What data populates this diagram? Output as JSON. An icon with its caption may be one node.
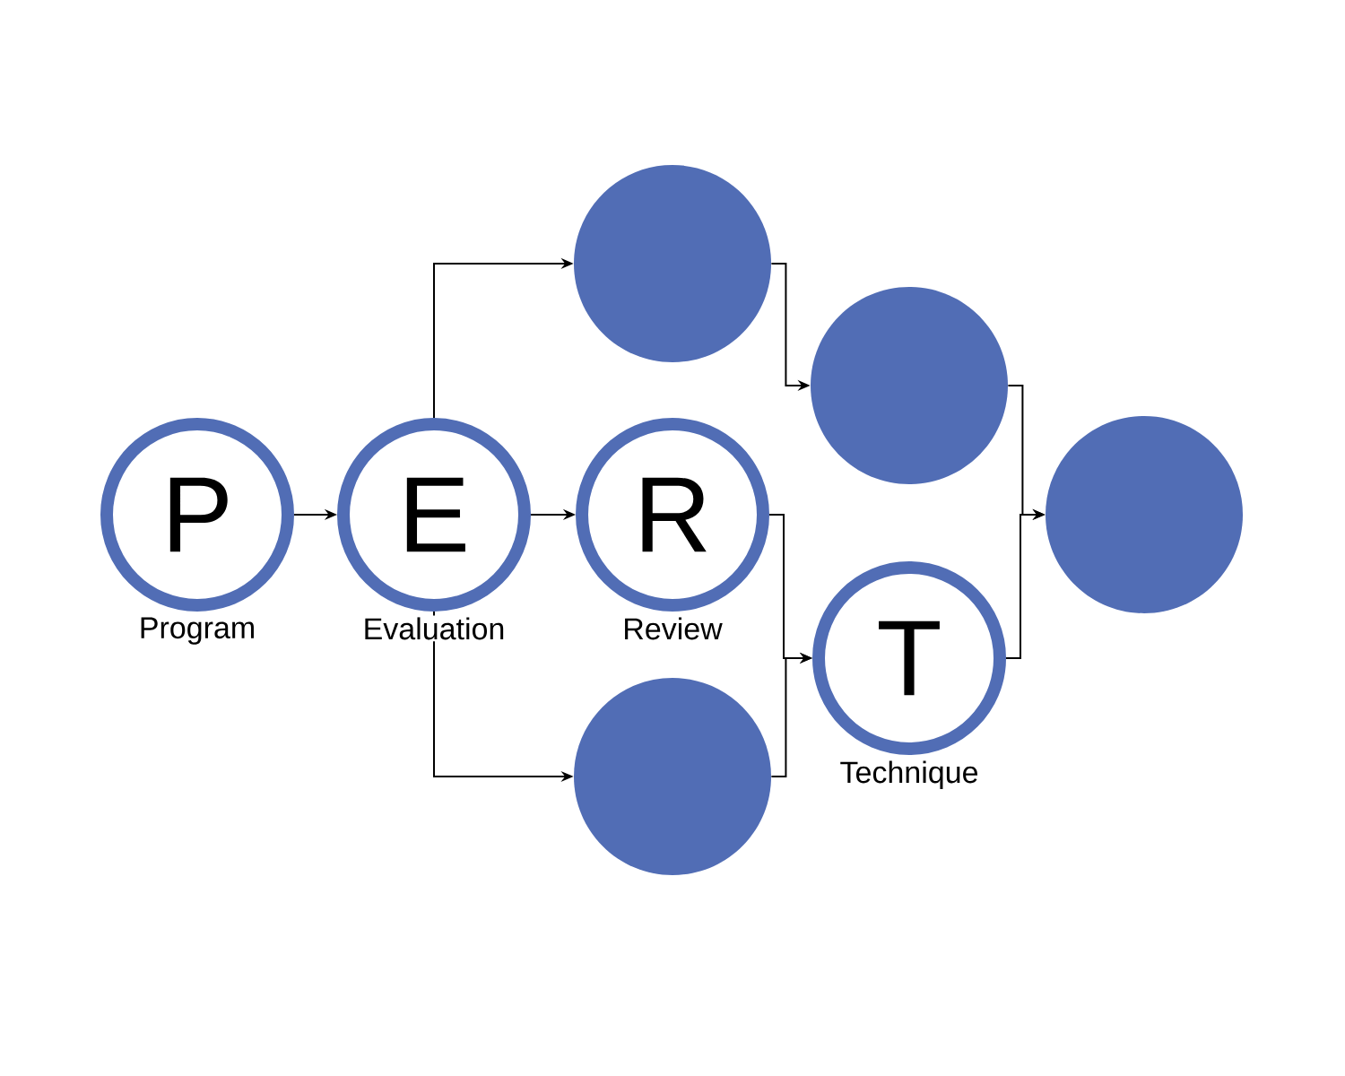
{
  "diagram": {
    "nodes": [
      {
        "text": [
          "P"
        ],
        "beside": [
          "Program"
        ]
      },
      {
        "text": [
          "E"
        ],
        "beside": [
          "Evaluation"
        ]
      },
      {
        "text": [],
        "shape": "circle"
      },
      {
        "text": [
          "R"
        ],
        "beside": [
          "Review"
        ]
      },
      {
        "text": [],
        "shape": "circle"
      },
      {
        "text": [],
        "shape": "circle"
      },
      {
        "text": [
          "T"
        ],
        "beside": [
          "Technique"
        ]
      },
      {
        "text": [],
        "shape": "circle"
      }
    ],
    "edges": [
      {
        "from": 0,
        "to": 1,
        "arrow": "to"
      },
      {
        "from": 1,
        "to": 2,
        "arrow": "to"
      },
      {
        "from": 1,
        "to": 3,
        "arrow": "to"
      },
      {
        "from": 1,
        "to": 4,
        "arrow": "to"
      },
      {
        "from": 2,
        "to": 5,
        "arrow": "to"
      },
      {
        "from": 3,
        "to": 6,
        "arrow": "to"
      },
      {
        "from": 4,
        "to": 6,
        "arrow": "to"
      },
      {
        "from": 5,
        "to": 7,
        "arrow": "to"
      },
      {
        "from": 6,
        "to": 7,
        "arrow": "to"
      }
    ]
  }
}
